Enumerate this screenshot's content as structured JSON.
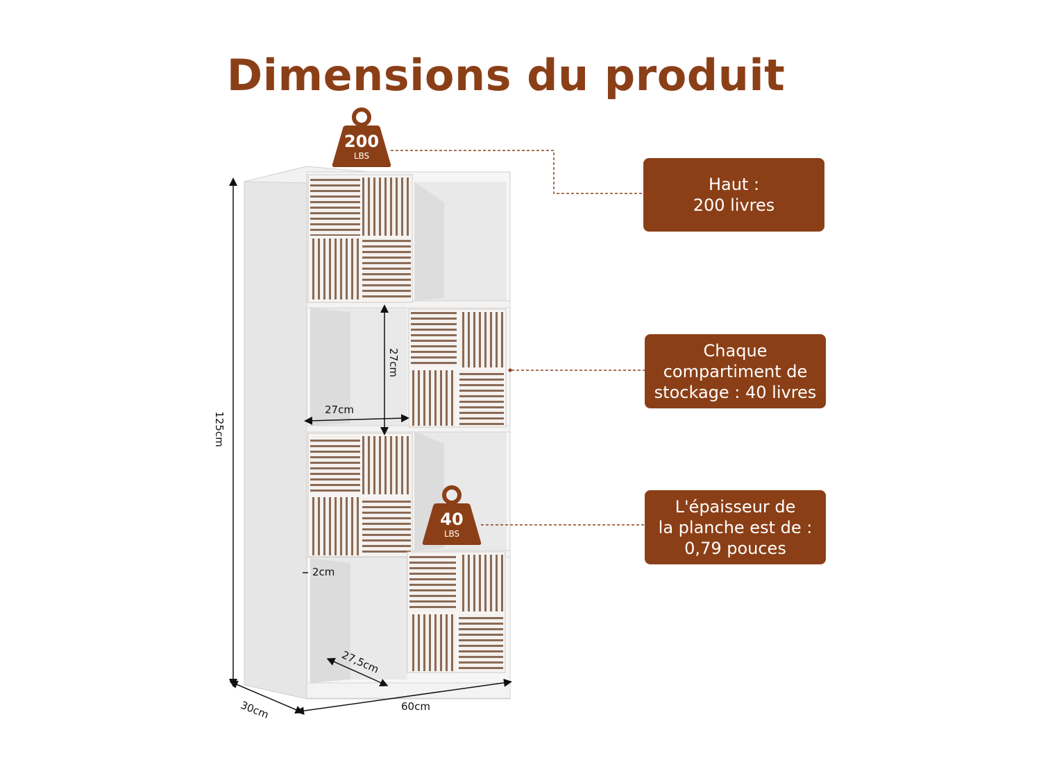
{
  "title": "Dimensions du produit",
  "colors": {
    "accent": "#8b3f17",
    "shelf": "#eeeeee",
    "stripe": "#8a6a55"
  },
  "weights": {
    "top": {
      "value": "200",
      "unit": "LBS"
    },
    "shelf": {
      "value": "40",
      "unit": "LBS"
    }
  },
  "callouts": {
    "top": "Haut :\n200 livres",
    "compartment": "Chaque\ncompartiment de\nstockage : 40 livres",
    "thickness": "L'épaisseur de\nla planche est de :\n0,79 pouces"
  },
  "dimensions": {
    "height": "125cm",
    "width": "60cm",
    "depth": "30cm",
    "cube_height": "27cm",
    "cube_width": "27cm",
    "cube_depth": "27,5cm",
    "board": "2cm"
  }
}
